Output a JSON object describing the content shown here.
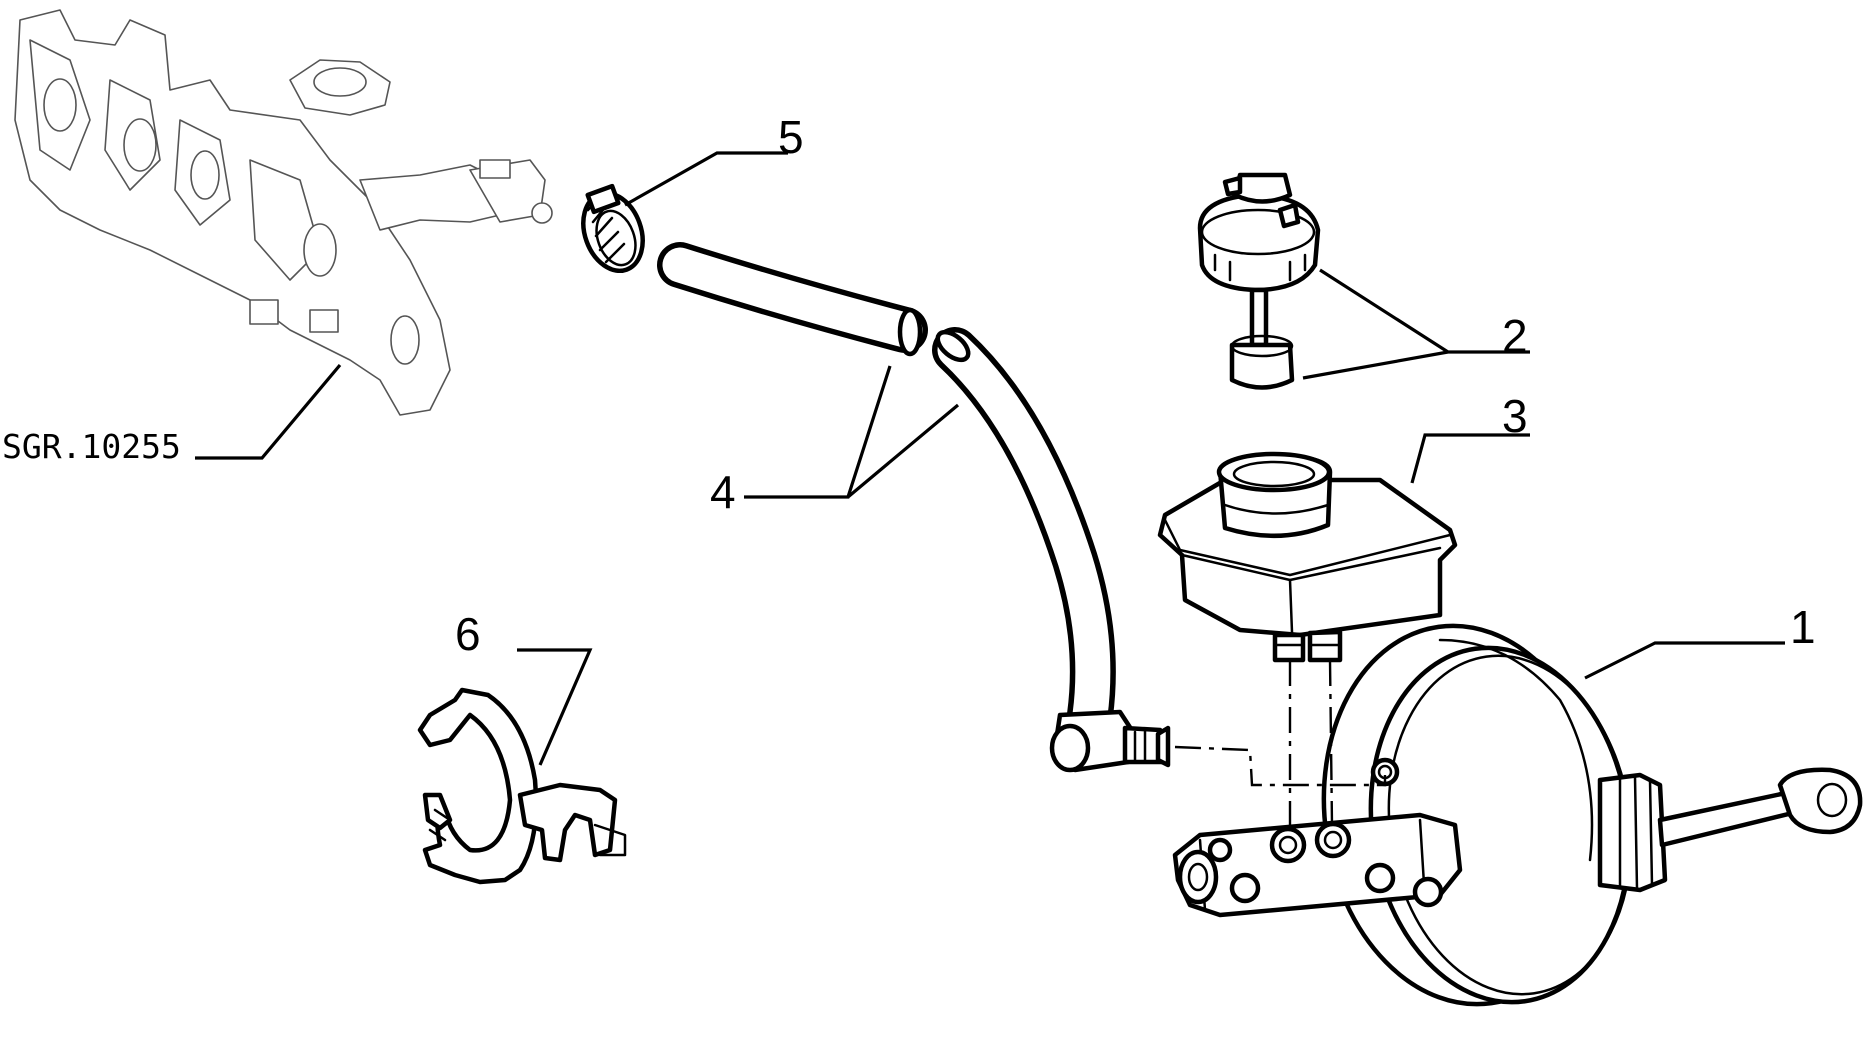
{
  "diagram": {
    "reference_code": "SGR.10255",
    "callouts": [
      {
        "number": "1"
      },
      {
        "number": "2"
      },
      {
        "number": "3"
      },
      {
        "number": "4"
      },
      {
        "number": "5"
      },
      {
        "number": "6"
      }
    ]
  }
}
